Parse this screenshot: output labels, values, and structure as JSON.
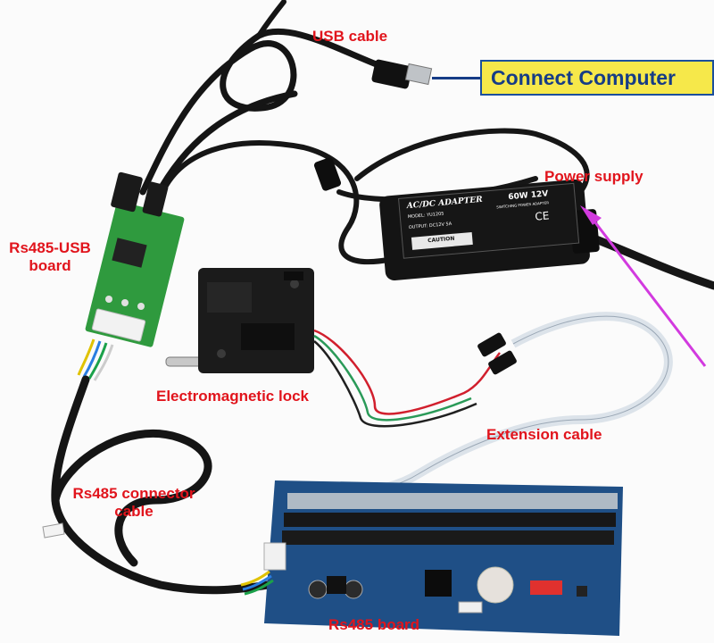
{
  "labels": {
    "usb_cable": "USB cable",
    "connect_computer": "Connect Computer",
    "power_supply": "Power supply",
    "rs485_usb_board_line1": "Rs485-USB",
    "rs485_usb_board_line2": "board",
    "electromagnetic_lock": "Electromagnetic lock",
    "extension_cable": "Extension cable",
    "rs485_connector_cable_line1": "Rs485 connector",
    "rs485_connector_cable_line2": "cable",
    "rs485_board": "Rs485 board"
  },
  "adapter": {
    "title": "AC/DC ADAPTER",
    "rating": "60W 12V",
    "subtitle": "SWITCHING POWER ADAPTER",
    "model": "MODEL: YU1205",
    "output": "OUTPUT: DC12V 5A",
    "caution": "CAUTION"
  },
  "colors": {
    "label_red": "#e1141c",
    "banner_yellow": "#f6e84a",
    "banner_blue": "#163c86",
    "pcb_green": "#2f9a3e",
    "pcb_blue": "#1f4f86",
    "arrow_magenta": "#d23adf"
  }
}
